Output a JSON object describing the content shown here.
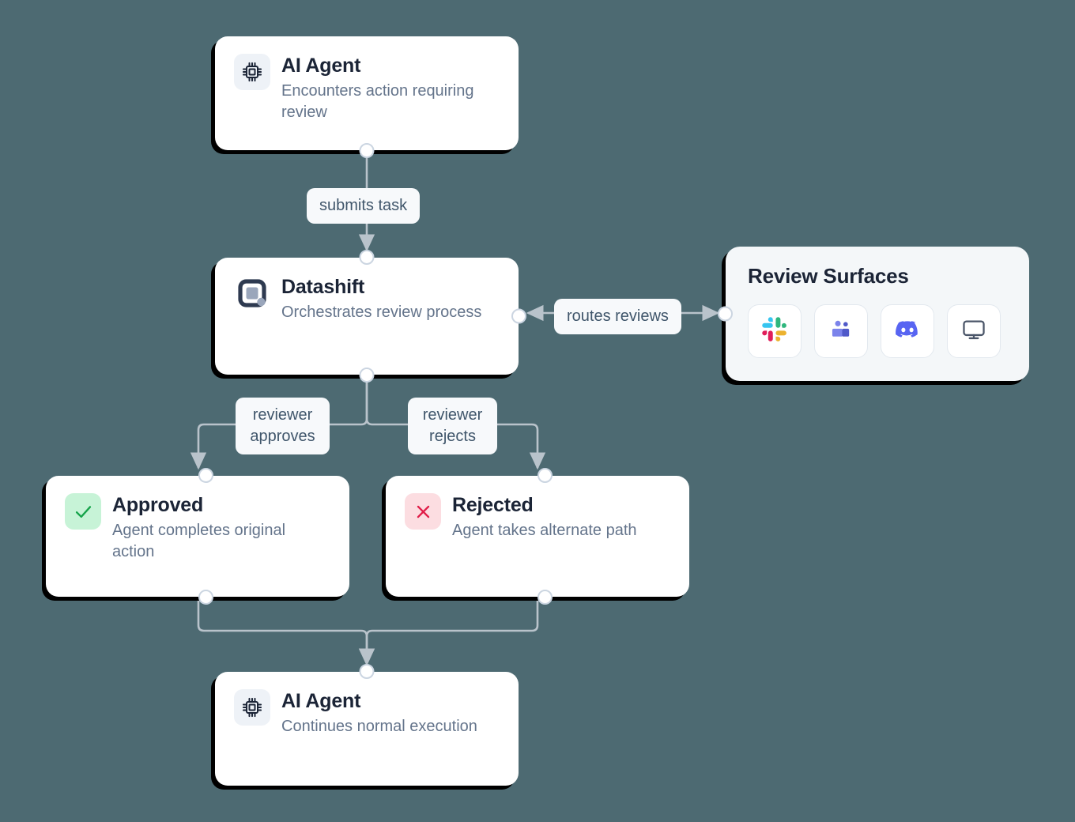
{
  "theme": {
    "background": "#4d6a72",
    "node_bg": "#ffffff",
    "node_shadow": "#000000",
    "title_color": "#1b2436",
    "desc_color": "#64748b",
    "edge_color": "#b9c3cb",
    "label_bg": "#f7f9fb",
    "approved_accent": "#16a34a",
    "approved_chip": "#c7f3d7",
    "rejected_accent": "#e11d48",
    "rejected_chip": "#fcdde1"
  },
  "nodes": [
    {
      "id": "ai-agent-top",
      "icon": "cpu-chip-icon",
      "title": "AI Agent",
      "desc": "Encounters action requiring review"
    },
    {
      "id": "datashift",
      "icon": "datashift-logo-icon",
      "title": "Datashift",
      "desc": "Orchestrates review process"
    },
    {
      "id": "approved",
      "icon": "check-icon",
      "title": "Approved",
      "desc": "Agent completes original action"
    },
    {
      "id": "rejected",
      "icon": "x-icon",
      "title": "Rejected",
      "desc": "Agent takes alternate path"
    },
    {
      "id": "ai-agent-bottom",
      "icon": "cpu-chip-icon",
      "title": "AI Agent",
      "desc": "Continues normal execution"
    }
  ],
  "edges": [
    {
      "id": "submits-task",
      "label": "submits task"
    },
    {
      "id": "routes-reviews",
      "label": "routes reviews"
    },
    {
      "id": "reviewer-approves",
      "label": "reviewer\napproves"
    },
    {
      "id": "reviewer-rejects",
      "label": "reviewer\nrejects"
    }
  ],
  "review_surfaces": {
    "title": "Review Surfaces",
    "items": [
      {
        "id": "slack",
        "icon": "slack-icon"
      },
      {
        "id": "teams",
        "icon": "microsoft-teams-icon"
      },
      {
        "id": "discord",
        "icon": "discord-icon"
      },
      {
        "id": "web",
        "icon": "monitor-screen-icon"
      }
    ]
  }
}
